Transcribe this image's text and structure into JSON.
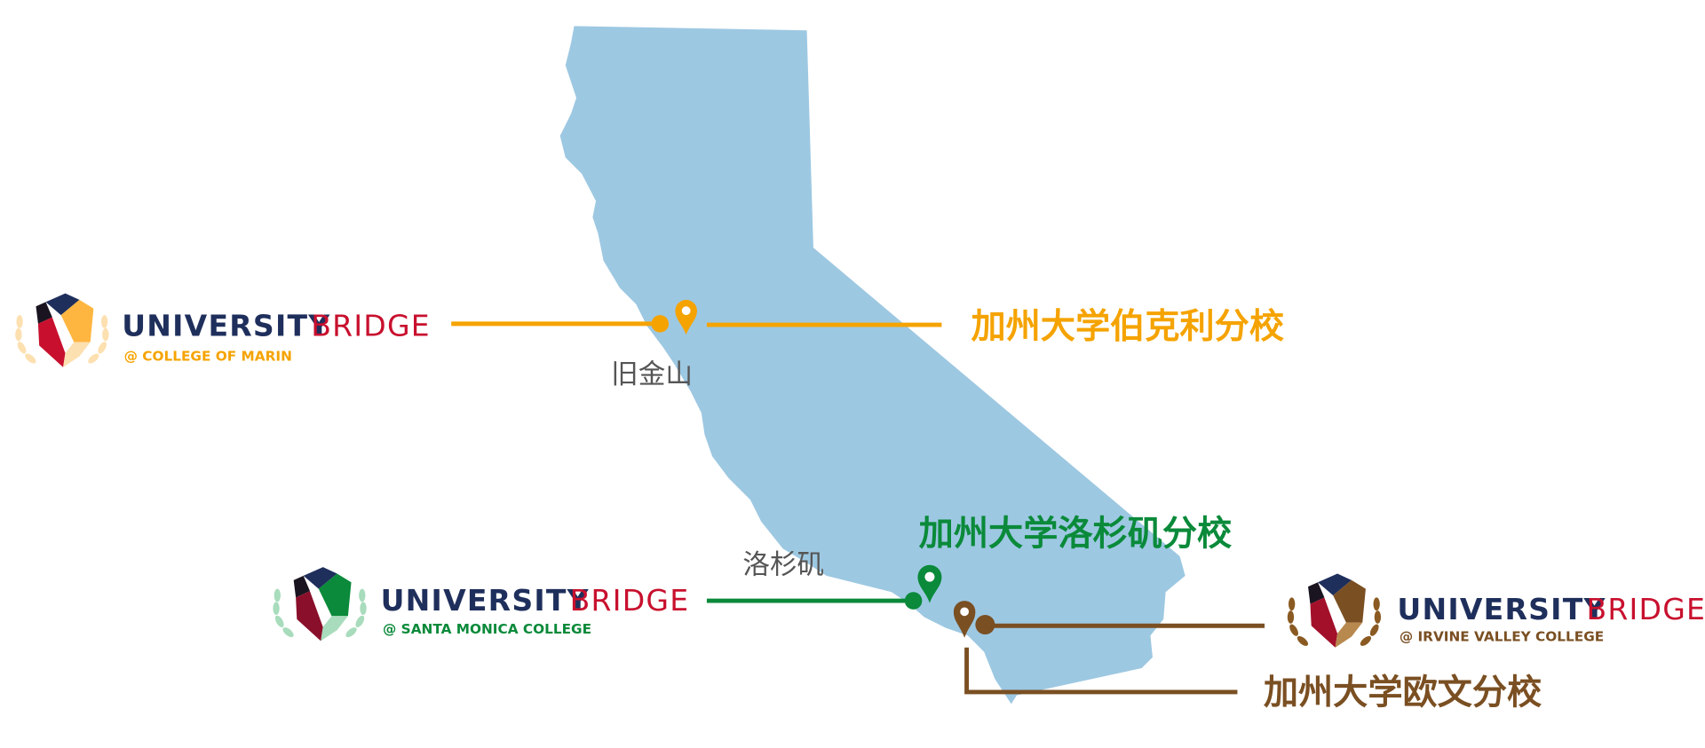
{
  "colors": {
    "map": "#9dc8e2",
    "orange": "#f5a300",
    "green": "#0a8a3a",
    "brown": "#7a4f22",
    "navy": "#1f2f5c",
    "red": "#c8102e"
  },
  "brand": {
    "word1": "UNIVERSITY",
    "word2": "BRIDGE"
  },
  "locations": [
    {
      "campus": "加州大学伯克利分校",
      "city": "旧金山",
      "partner": "@ COLLEGE OF MARIN"
    },
    {
      "campus": "加州大学洛杉矶分校",
      "city": "洛杉矶",
      "partner": "@ SANTA MONICA COLLEGE"
    },
    {
      "campus": "加州大学欧文分校",
      "partner": "@ IRVINE VALLEY COLLEGE"
    }
  ]
}
